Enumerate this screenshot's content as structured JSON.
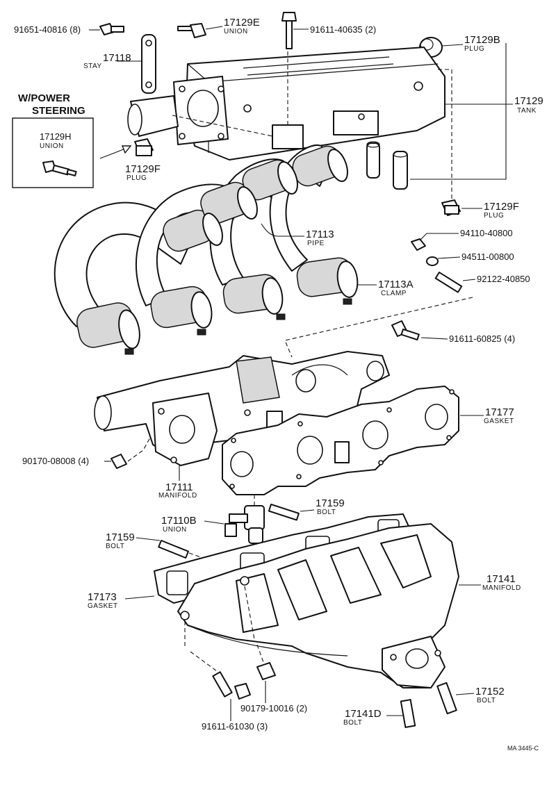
{
  "diagram": {
    "inset_title_line1": "W/POWER",
    "inset_title_line2": "STEERING",
    "reference_code": "MA 3445-C"
  },
  "parts": {
    "p91651": {
      "number": "91651-40816 (8)"
    },
    "p17129E": {
      "number": "17129E",
      "name": "UNION"
    },
    "p91611_40635": {
      "number": "91611-40635 (2)"
    },
    "p17129B": {
      "number": "17129B",
      "name": "PLUG"
    },
    "p17118": {
      "number": "17118",
      "name": "STAY"
    },
    "p17129": {
      "number": "17129",
      "name": "TANK"
    },
    "p17129H": {
      "number": "17129H",
      "name": "UNION"
    },
    "p17129F_a": {
      "number": "17129F",
      "name": "PLUG"
    },
    "p17129F_b": {
      "number": "17129F",
      "name": "PLUG"
    },
    "p17113": {
      "number": "17113",
      "name": "PIPE"
    },
    "p94110": {
      "number": "94110-40800"
    },
    "p94511": {
      "number": "94511-00800"
    },
    "p92122": {
      "number": "92122-40850"
    },
    "p17113A": {
      "number": "17113A",
      "name": "CLAMP"
    },
    "p91611_60825": {
      "number": "91611-60825 (4)"
    },
    "p17177": {
      "number": "17177",
      "name": "GASKET"
    },
    "p90170": {
      "number": "90170-08008 (4)"
    },
    "p17111": {
      "number": "17111",
      "name": "MANIFOLD"
    },
    "p17159_a": {
      "number": "17159",
      "name": "BOLT"
    },
    "p17110B": {
      "number": "17110B",
      "name": "UNION"
    },
    "p17159_b": {
      "number": "17159",
      "name": "BOLT"
    },
    "p17141": {
      "number": "17141",
      "name": "MANIFOLD"
    },
    "p17173": {
      "number": "17173",
      "name": "GASKET"
    },
    "p17152": {
      "number": "17152",
      "name": "BOLT"
    },
    "p17141D": {
      "number": "17141D",
      "name": "BOLT"
    },
    "p90179": {
      "number": "90179-10016 (2)"
    },
    "p91611_61030": {
      "number": "91611-61030 (3)"
    }
  }
}
